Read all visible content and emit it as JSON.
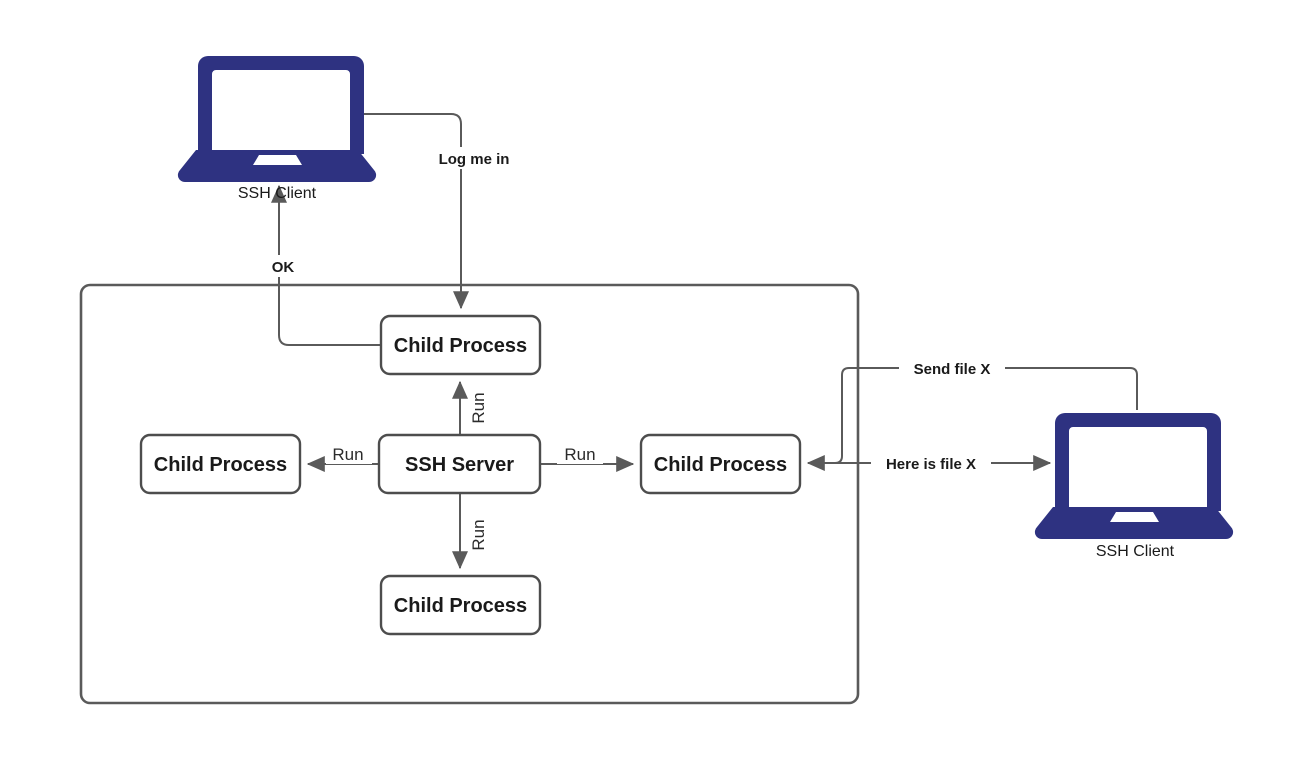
{
  "diagram": {
    "title": "SSH Server child process model",
    "colors": {
      "laptop": "#2e3281",
      "wire": "#5a5a5a",
      "box_stroke": "#4d4d4d",
      "box_fill": "#ffffff",
      "text": "#1a1a1a",
      "background": "#ffffff"
    },
    "nodes": {
      "client_top": {
        "caption": "SSH Client",
        "icon": "laptop-icon"
      },
      "client_right": {
        "caption": "SSH Client",
        "icon": "laptop-icon"
      },
      "server": {
        "label": "SSH Server"
      },
      "child_top": {
        "label": "Child Process"
      },
      "child_left": {
        "label": "Child Process"
      },
      "child_right": {
        "label": "Child Process"
      },
      "child_bottom": {
        "label": "Child Process"
      },
      "boundary": {
        "label": ""
      }
    },
    "edges": [
      {
        "id": "login-request",
        "label": "Log me in",
        "from": "client_top",
        "to": "child_top",
        "style": "bold",
        "orientation": "vertical-drop"
      },
      {
        "id": "login-ack",
        "label": "OK",
        "from": "child_top",
        "to": "client_top",
        "style": "bold",
        "orientation": "vertical-rise"
      },
      {
        "id": "run-top",
        "label": "Run",
        "from": "server",
        "to": "child_top",
        "style": "plain",
        "orientation": "vertical-rotated"
      },
      {
        "id": "run-left",
        "label": "Run",
        "from": "server",
        "to": "child_left",
        "style": "plain",
        "orientation": "horizontal"
      },
      {
        "id": "run-right",
        "label": "Run",
        "from": "server",
        "to": "child_right",
        "style": "plain",
        "orientation": "horizontal"
      },
      {
        "id": "run-bottom",
        "label": "Run",
        "from": "server",
        "to": "child_bottom",
        "style": "plain",
        "orientation": "vertical-rotated"
      },
      {
        "id": "send-file",
        "label": "Send file X",
        "from": "client_right",
        "to": "child_right",
        "style": "bold",
        "orientation": "routed"
      },
      {
        "id": "here-is-file",
        "label": "Here is file X",
        "from": "child_right",
        "to": "client_right",
        "style": "bold",
        "orientation": "bidirectional"
      }
    ]
  }
}
